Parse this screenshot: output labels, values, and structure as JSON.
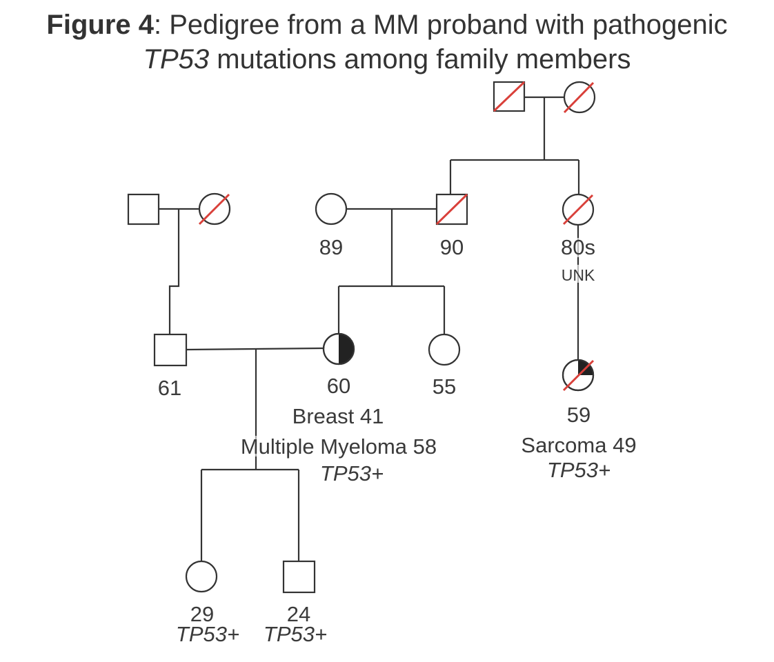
{
  "title": {
    "bold_part": "Figure 4",
    "rest_line1": ": Pedigree from a MM proband with pathogenic",
    "italic_gene": "TP53",
    "rest_line2": " mutations among family members"
  },
  "colors": {
    "line": "#333333",
    "deceased_slash": "#d9403a",
    "affected_fill": "#222222"
  },
  "pedigree": {
    "individuals": [
      {
        "id": "g1-m",
        "sex": "male",
        "deceased": true,
        "age": "",
        "notes": []
      },
      {
        "id": "g1-f",
        "sex": "female",
        "deceased": true,
        "age": "",
        "notes": []
      },
      {
        "id": "g2-m-left",
        "sex": "male",
        "deceased": false,
        "age": "",
        "notes": []
      },
      {
        "id": "g2-f-left",
        "sex": "female",
        "deceased": true,
        "age": "",
        "notes": []
      },
      {
        "id": "g2-f-89",
        "sex": "female",
        "deceased": false,
        "age": "89",
        "notes": []
      },
      {
        "id": "g2-m-90",
        "sex": "male",
        "deceased": true,
        "age": "90",
        "notes": []
      },
      {
        "id": "g2-f-80s",
        "sex": "female",
        "deceased": true,
        "age": "80s",
        "notes": [
          "UNK"
        ]
      },
      {
        "id": "g3-m-61",
        "sex": "male",
        "deceased": false,
        "age": "61",
        "notes": []
      },
      {
        "id": "g3-f-60",
        "sex": "female",
        "deceased": false,
        "age": "60",
        "affected": "half",
        "notes": [
          "Breast 41",
          "Multiple Myeloma 58",
          "TP53+"
        ]
      },
      {
        "id": "g3-f-55",
        "sex": "female",
        "deceased": false,
        "age": "55",
        "notes": []
      },
      {
        "id": "g3-f-59",
        "sex": "female",
        "deceased": true,
        "age": "59",
        "affected": "quarter",
        "notes": [
          "Sarcoma 49",
          "TP53+"
        ]
      },
      {
        "id": "g4-f-29",
        "sex": "female",
        "deceased": false,
        "age": "29",
        "notes": [
          "TP53+"
        ]
      },
      {
        "id": "g4-m-24",
        "sex": "male",
        "deceased": false,
        "age": "24",
        "notes": [
          "TP53+"
        ]
      }
    ],
    "labels": {
      "age_89": "89",
      "age_90": "90",
      "age_80s": "80s",
      "unk": "UNK",
      "age_61": "61",
      "age_60": "60",
      "age_55": "55",
      "breast": "Breast 41",
      "mm": "Multiple Myeloma 58",
      "tp53_60": "TP53+",
      "age_59": "59",
      "sarcoma": "Sarcoma 49",
      "tp53_59": "TP53+",
      "age_29": "29",
      "tp53_29": "TP53+",
      "age_24": "24",
      "tp53_24": "TP53+"
    }
  }
}
